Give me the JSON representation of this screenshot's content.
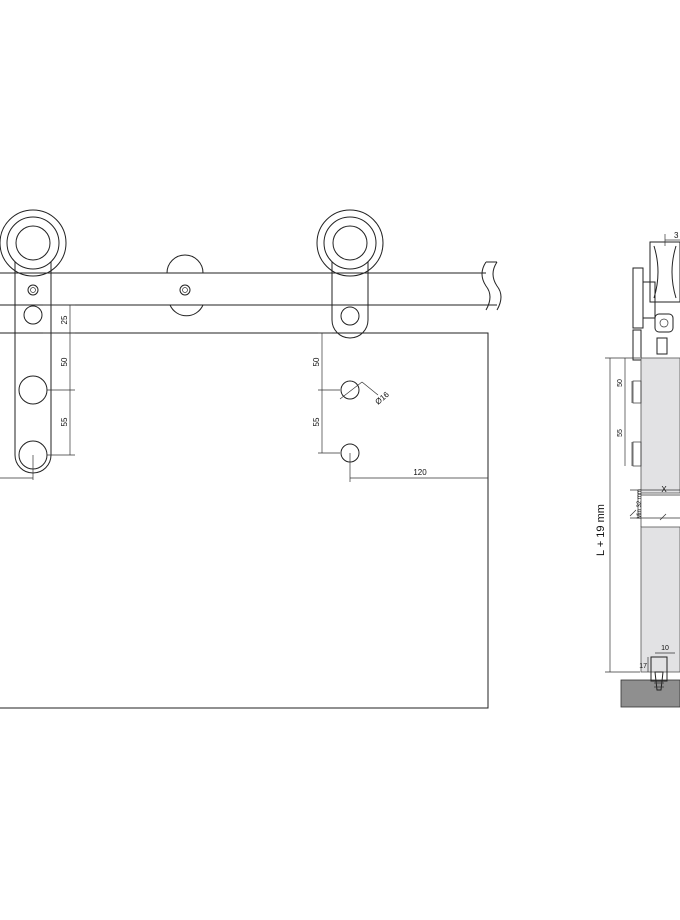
{
  "front_view": {
    "dims": {
      "d25": "25",
      "d50_left": "50",
      "d55_left": "55",
      "d50_right": "50",
      "d55_right": "55",
      "hole_dia": "Ø16",
      "d120": "120"
    }
  },
  "side_view": {
    "dims": {
      "top": "3",
      "d50": "50",
      "d55": "55",
      "x": "X",
      "min32": "Min 32 mm",
      "height": "L + 19 mm",
      "d10": "10",
      "d17": "17"
    }
  }
}
